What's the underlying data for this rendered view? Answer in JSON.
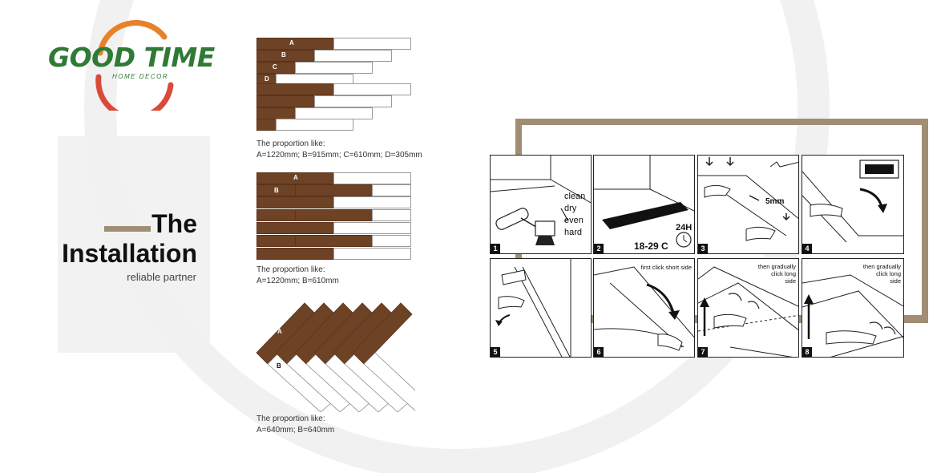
{
  "brand": {
    "name": "GOOD TIME",
    "subtitle": "HOME DECOR",
    "colors": {
      "green": "#2f7a35",
      "orange": "#e8812a",
      "red": "#d94a3a"
    }
  },
  "heading": {
    "line1": "The",
    "line2": "Installation",
    "tagline": "reliable partner"
  },
  "patterns": [
    {
      "labels": [
        "A",
        "B",
        "C",
        "D"
      ],
      "caption_title": "The proportion like:",
      "caption_text": "A=1220mm; B=915mm; C=610mm; D=305mm"
    },
    {
      "labels": [
        "A",
        "B"
      ],
      "caption_title": "The proportion like:",
      "caption_text": "A=1220mm; B=610mm"
    },
    {
      "labels": [
        "A",
        "B"
      ],
      "caption_title": "The proportion like:",
      "caption_text": "A=640mm; B=640mm"
    }
  ],
  "steps": [
    {
      "number": "1",
      "text_lines": [
        "clean",
        "dry",
        "even",
        "hard"
      ]
    },
    {
      "number": "2",
      "temp": "18-29 C",
      "time": "24H"
    },
    {
      "number": "3",
      "gap": "5mm"
    },
    {
      "number": "4"
    },
    {
      "number": "5"
    },
    {
      "number": "6",
      "note": "first click short side"
    },
    {
      "number": "7",
      "note_l1": "then gradually",
      "note_l2": "click long",
      "note_l3": "side"
    },
    {
      "number": "8",
      "note_l1": "then gradually",
      "note_l2": "click long",
      "note_l3": "side"
    }
  ],
  "colors": {
    "wood": "#6e4225",
    "frame": "#a08d74",
    "bg_shape": "#f2f2f2"
  }
}
